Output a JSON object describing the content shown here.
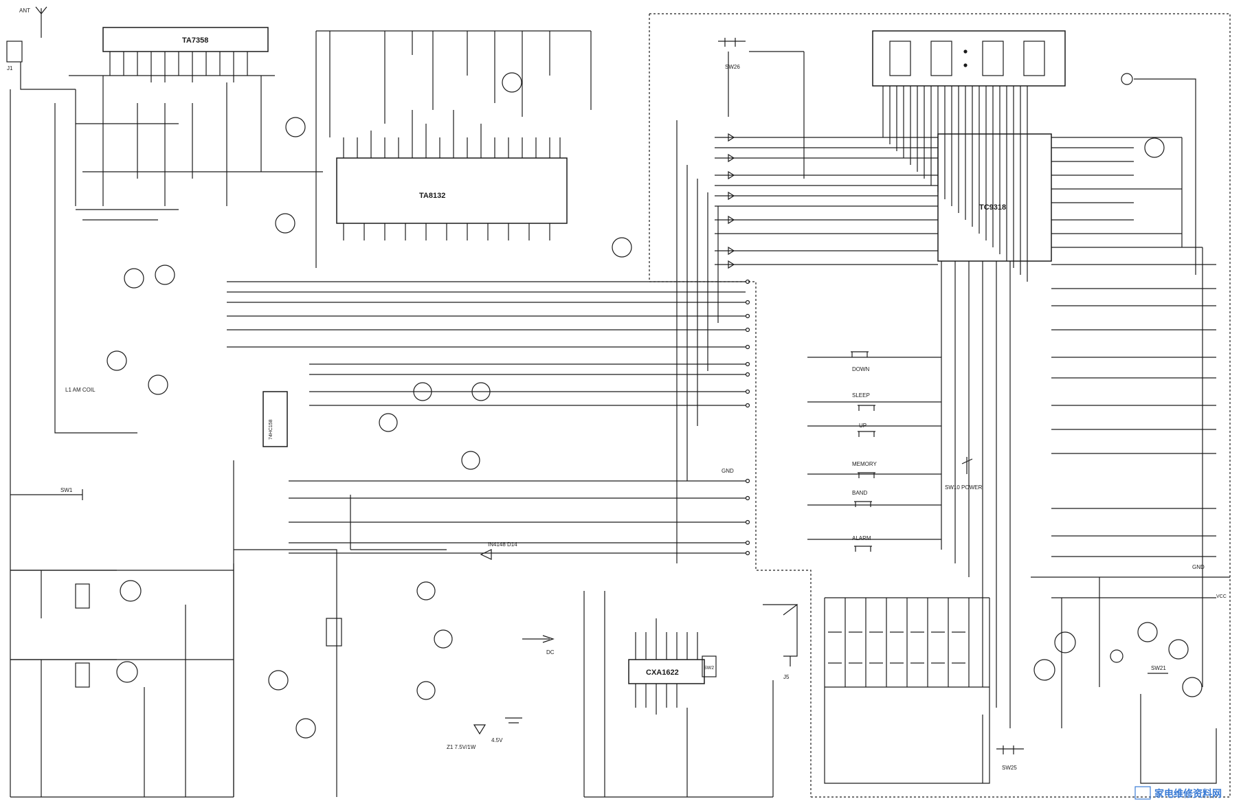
{
  "schematic": {
    "ics": {
      "ta7358": "TA7358",
      "ta8132": "TA8132",
      "tc9318": "TC9318",
      "tc74hc": "74HC158",
      "cxa1622": "CXA1622"
    },
    "buttons": {
      "down": "DOWN",
      "sleep": "SLEEP",
      "up": "UP",
      "memory": "MEMORY",
      "band": "BAND",
      "alarm": "ALARM",
      "power": "SW10 POWER"
    },
    "switches": {
      "sw26": "SW26",
      "sw25": "SW25",
      "sw1": "SW1",
      "sw2": "SW2",
      "sw21": "SW21"
    },
    "labels": {
      "ant": "ANT",
      "j1": "J1",
      "gnd": "GND",
      "dc": "DC",
      "j5": "J5",
      "supply": "4.5V",
      "zener": "Z1 7.5V/1W",
      "d14": "IN4148 D14",
      "am_coil": "L1 AM COIL",
      "vcc": "VCC"
    },
    "watermark": "家电维修资料网"
  }
}
